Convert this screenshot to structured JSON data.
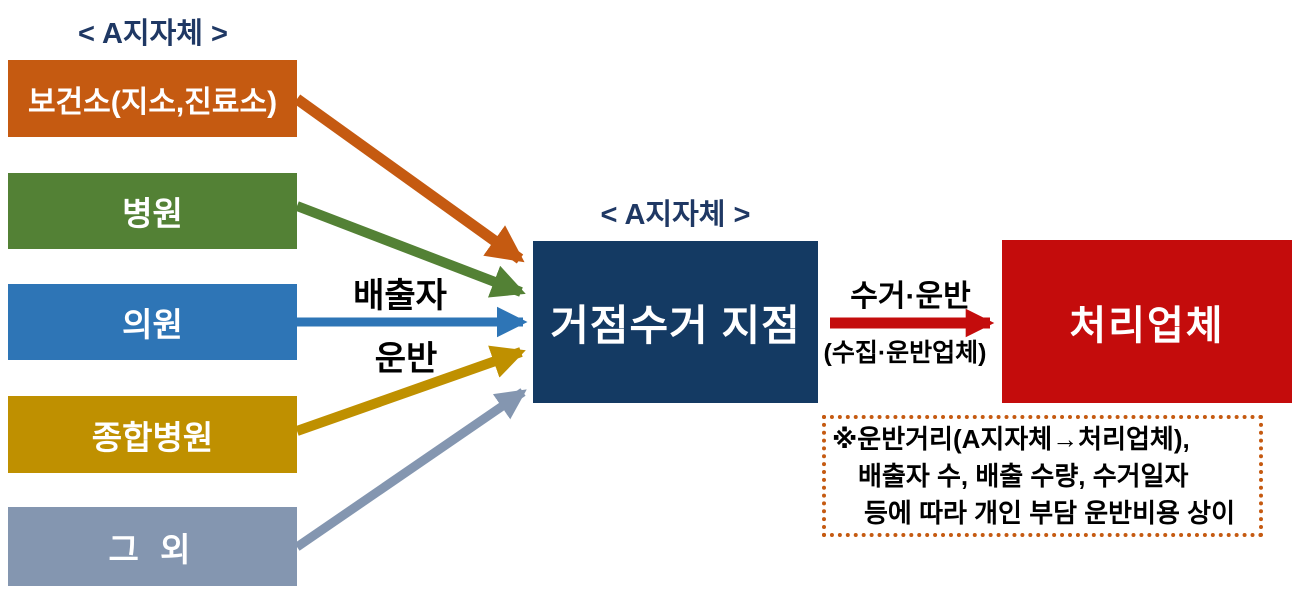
{
  "titles": {
    "left": "< A지자체 >",
    "hub": "< A지자체 >",
    "color": "#1F3864"
  },
  "sources": [
    {
      "label": "보건소(지소,진료소)",
      "color": "#C55A11"
    },
    {
      "label": "병원",
      "color": "#538135"
    },
    {
      "label": "의원",
      "color": "#2E75B6"
    },
    {
      "label": "종합병원",
      "color": "#BF9000"
    },
    {
      "label": "그 외",
      "color": "#8496B0"
    }
  ],
  "hub": {
    "label": "거점수거 지점",
    "color": "#143A63"
  },
  "processor": {
    "label": "처리업체",
    "color": "#C40C0C"
  },
  "discharger_transport": {
    "line1": "배출자",
    "line2": "운반"
  },
  "collection": {
    "label_top": "수거·운반",
    "label_bottom": "(수집·운반업체)",
    "arrow_color": "#C40C0C"
  },
  "note": {
    "border_color": "#C55A11",
    "lines": [
      "※운반거리(A지자체→처리업체),",
      "배출자 수, 배출 수량, 수거일자",
      "등에 따라 개인 부담 운반비용 상이"
    ]
  }
}
